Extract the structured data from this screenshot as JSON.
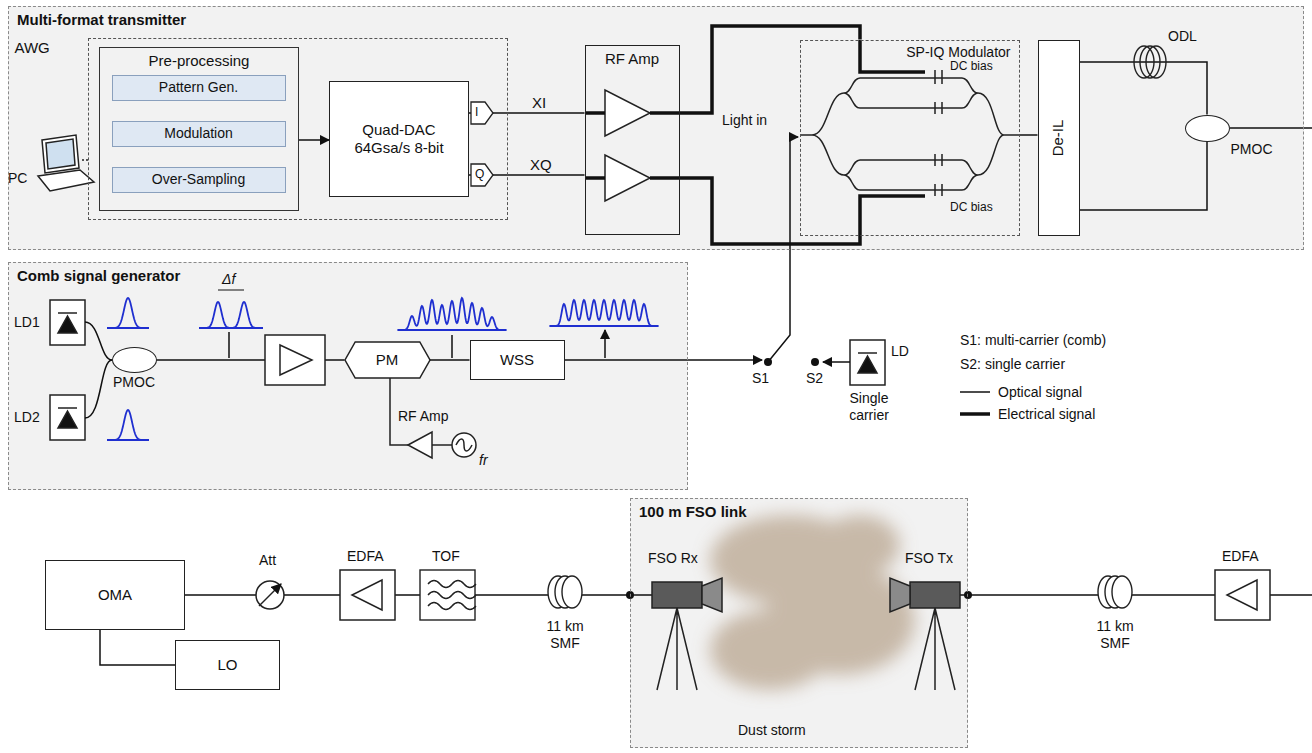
{
  "diagram": {
    "nodes": [
      {
        "text": [
          "Multi-format transmitter"
        ]
      },
      {
        "text": [
          "AWG"
        ],
        "in": 0
      },
      {
        "text": [
          "Pre-processing"
        ],
        "in": 1
      },
      {
        "text": [
          "Pattern Gen."
        ],
        "in": 2
      },
      {
        "text": [
          "Modulation"
        ],
        "in": 2
      },
      {
        "text": [
          "Over-Sampling"
        ],
        "in": 2
      },
      {
        "text": [
          "Quad-DAC 64Gsa/s 8-bit"
        ],
        "in": 1
      },
      {
        "text": [
          "RF Amp"
        ],
        "in": 0
      },
      {
        "text": [
          "SP-IQ Modulator"
        ],
        "in": 0
      },
      {
        "text": [
          "De-IL"
        ],
        "in": 0
      },
      {
        "text": [
          "PMOC"
        ],
        "in": 0
      },
      {
        "text": [
          "Comb signal generator"
        ]
      },
      {
        "text": [
          "PMOC"
        ],
        "in": 11
      },
      {
        "text": [
          "PM"
        ],
        "in": 11
      },
      {
        "text": [
          "WSS"
        ],
        "in": 11
      },
      {
        "text": [
          "100 m FSO link"
        ]
      },
      {
        "text": [
          "OMA"
        ]
      },
      {
        "text": [
          "LO"
        ]
      }
    ],
    "edges": [
      {
        "from": 2,
        "to": 6,
        "arrow": "to"
      },
      {
        "from": 6,
        "to": 7,
        "label": "XI",
        "arrow": "none"
      },
      {
        "from": 6,
        "to": 7,
        "label": "XQ",
        "arrow": "none"
      },
      {
        "from": 7,
        "to": 8,
        "arrow": "none"
      },
      {
        "from": 7,
        "to": 8,
        "arrow": "none"
      },
      {
        "from": 8,
        "to": 9,
        "arrow": "none"
      },
      {
        "from": 9,
        "to": 10,
        "arrow": "none"
      },
      {
        "from": 9,
        "to": 10,
        "arrow": "none"
      },
      {
        "from": 12,
        "to": 13,
        "arrow": "none"
      },
      {
        "from": 13,
        "to": 14,
        "arrow": "none"
      },
      {
        "from": 16,
        "to": 17,
        "arrow": "none"
      }
    ],
    "labels": [
      "PC",
      "I",
      "Q",
      "Light in",
      "DC bias",
      "DC bias",
      "ODL",
      "LD1",
      "LD2",
      "Δf",
      "RF Amp",
      "fr",
      "S1",
      "S2",
      "LD",
      "Single carrier",
      "S1: multi-carrier (comb)",
      "S2: single carrier",
      "EDFA",
      "11 km SMF",
      "FSO Tx",
      "FSO Rx",
      "Dust storm",
      "11 km SMF",
      "TOF",
      "EDFA",
      "Att"
    ],
    "legend": [
      {
        "text": "Optical signal"
      },
      {
        "text": "Electrical signal"
      }
    ]
  }
}
